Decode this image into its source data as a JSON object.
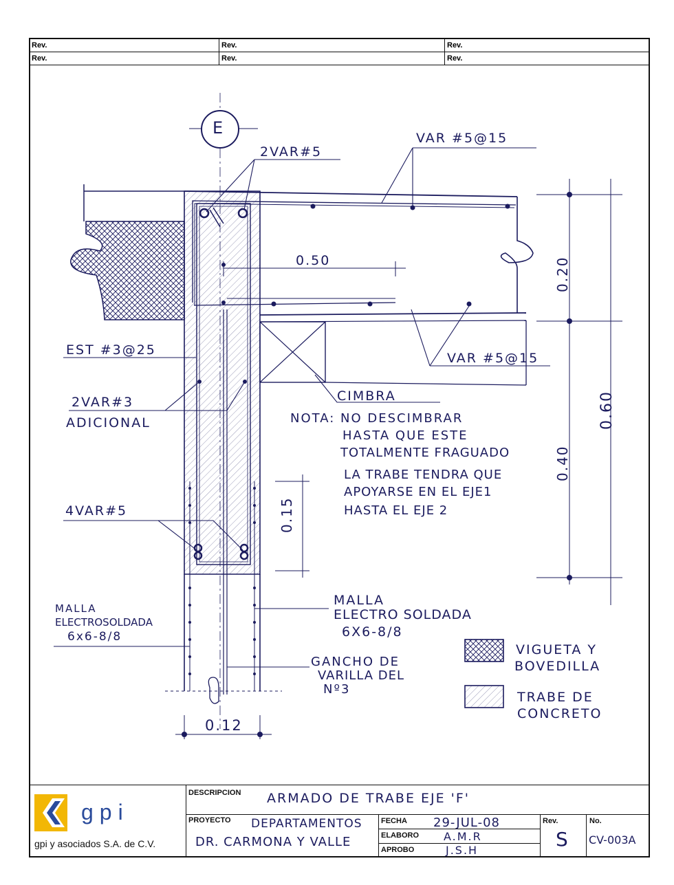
{
  "revisions": {
    "label": "Rev."
  },
  "axis_marker": "E",
  "annotations": {
    "top_bars": "2VAR#5",
    "slab_top": "VAR #5@15",
    "slab_bottom": "VAR #5@15",
    "slab_width": "0.50",
    "stirrups": "EST #3@25",
    "additional": "2VAR#3",
    "additional_2": "ADICIONAL",
    "shoring": "CIMBRA",
    "bottom_bars": "4VAR#5",
    "mesh_left_1": "MALLA",
    "mesh_left_2": "ELECTROSOLDADA",
    "mesh_left_3": "6x6-8/8",
    "mesh_right_1": "MALLA",
    "mesh_right_2": "ELECTRO SOLDADA",
    "mesh_right_3": "6X6-8/8",
    "hook_1": "GANCHO DE",
    "hook_2": "VARILLA DEL",
    "hook_3": "Nº3",
    "wall_width": "0.12",
    "dim_015": "0.15",
    "dim_020": "0.20",
    "dim_040": "0.40",
    "dim_060": "0.60"
  },
  "note": {
    "line1": "NOTA: NO DESCIMBRAR",
    "line2": "HASTA QUE ESTE",
    "line3": "TOTALMENTE FRAGUADO",
    "line4": "LA TRABE TENDRA QUE",
    "line5": "APOYARSE EN EL EJE1",
    "line6": "HASTA EL EJE 2"
  },
  "legend": {
    "vigueta_1": "VIGUETA Y",
    "vigueta_2": "BOVEDILLA",
    "trabe_1": "TRABE DE",
    "trabe_2": "CONCRETO"
  },
  "title_block": {
    "company_short": "gpi",
    "company_full": "gpi y asociados S.A. de C.V.",
    "descripcion_label": "DESCRIPCION",
    "descripcion": "ARMADO DE TRABE EJE 'F'",
    "proyecto_label": "PROYECTO",
    "proyecto_1": "DEPARTAMENTOS",
    "proyecto_2": "DR. CARMONA Y VALLE",
    "fecha_label": "FECHA",
    "fecha": "29-JUL-08",
    "elaboro_label": "ELABORO",
    "elaboro": "A.M.R",
    "aprobo_label": "APROBO",
    "aprobo": "J.S.H",
    "rev_label": "Rev.",
    "rev": "S",
    "no_label": "No.",
    "no": "CV-003A"
  },
  "colors": {
    "ink": "#1b1b5e",
    "logo_yellow": "#f2b705",
    "logo_blue": "#2a4b9b"
  }
}
